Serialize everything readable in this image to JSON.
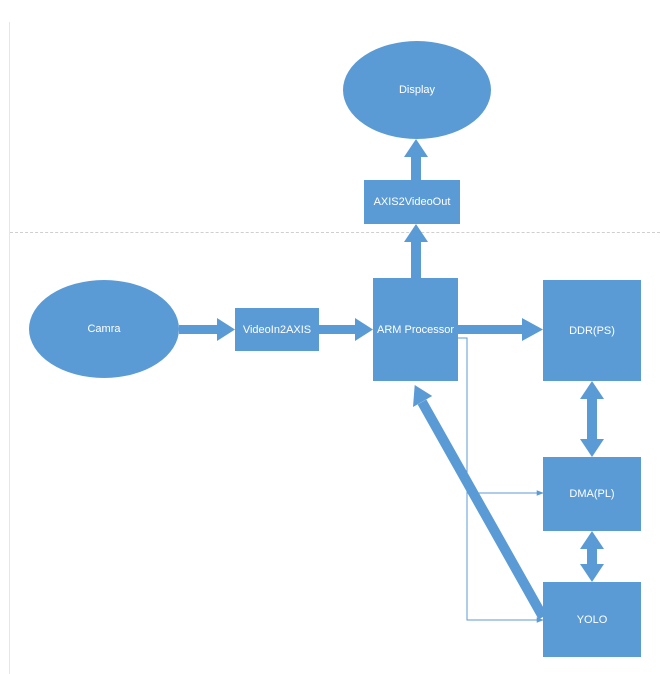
{
  "nodes": {
    "display": "Display",
    "axis2videoout": "AXIS2VideoOut",
    "camra": "Camra",
    "videoin2axis": "VideoIn2AXIS",
    "arm_processor": "ARM Processor",
    "ddr_ps": "DDR(PS)",
    "dma_pl": "DMA(PL)",
    "yolo": "YOLO"
  },
  "colors": {
    "node_fill": "#5b9bd5",
    "node_text": "#ffffff",
    "divider": "#cfcfcf"
  }
}
